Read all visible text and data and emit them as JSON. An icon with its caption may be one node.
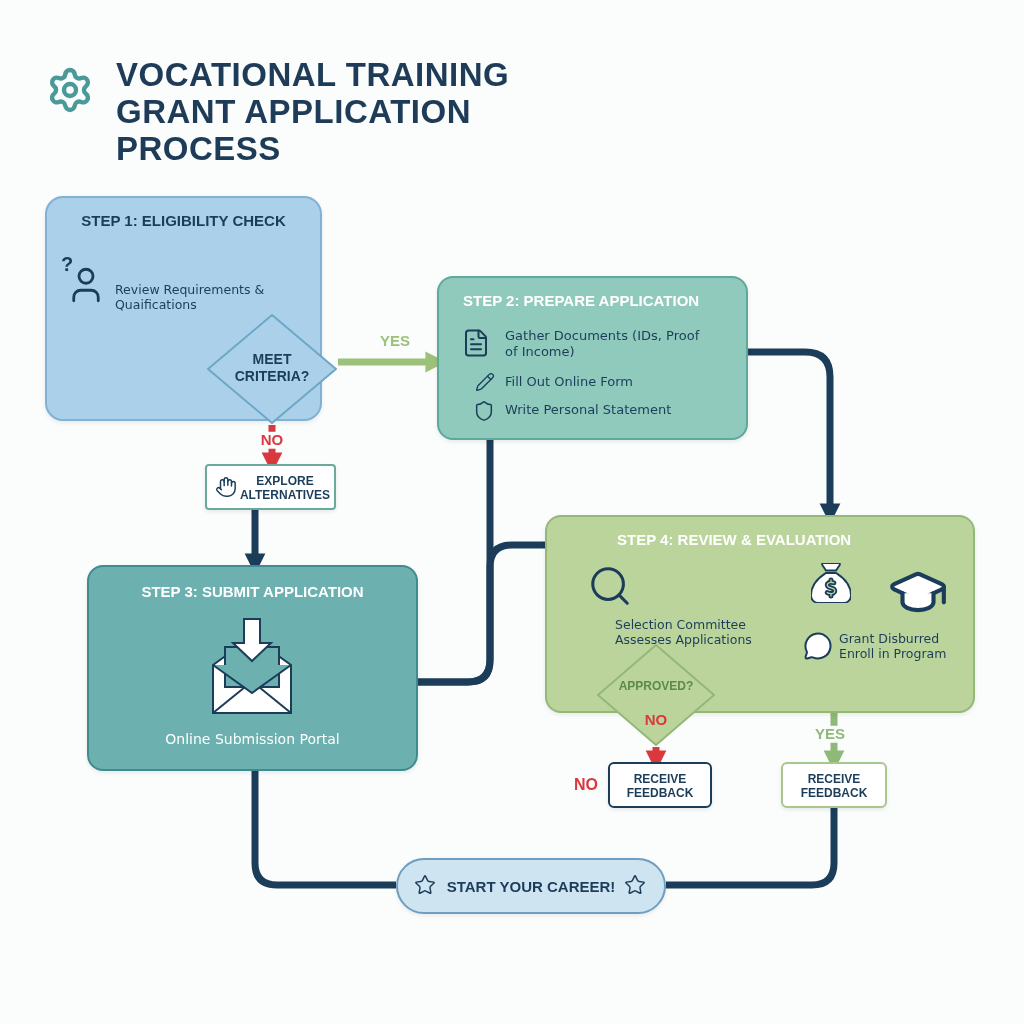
{
  "diagram": {
    "title": "VOCATIONAL TRAINING GRANT APPLICATION PROCESS",
    "nodes": [
      {
        "text": [
          "STEP 1: ELIGIBILITY CHECK",
          "Review Requirements & Quaifications"
        ]
      },
      {
        "text": [
          "MEET CRITERIA?"
        ]
      },
      {
        "text": [
          "STEP 2: PREPARE APPLICATION",
          "Gather Documents (IDs, Proof of Income)",
          "Fill Out Online Form",
          "Write Personal Statement"
        ]
      },
      {
        "text": [
          "EXPLORE ALTERNATIVES"
        ]
      },
      {
        "text": [
          "STEP 3: SUBMIT APPLICATION",
          "Online Submission Portal"
        ]
      },
      {
        "text": [
          "STEP 4: REVIEW & EVALUATION",
          "Selection Committee Assesses Applications",
          "Grant Disburred Enroll in Program"
        ]
      },
      {
        "text": [
          "APPROVED?"
        ]
      },
      {
        "text": [
          "RECEIVE FEEDBACK"
        ],
        "beside": [
          "NO"
        ]
      },
      {
        "text": [
          "RECEIVE FEEDBACK"
        ]
      },
      {
        "text": [
          "START YOUR CAREER!"
        ]
      }
    ],
    "edges": [
      {
        "from": 1,
        "to": 2,
        "arrow": "to",
        "label": "YES",
        "color": "#9cc27a"
      },
      {
        "from": 1,
        "to": 3,
        "arrow": "to",
        "label": "NO",
        "color": "#d9393e"
      },
      {
        "from": 3,
        "to": 4,
        "arrow": "to"
      },
      {
        "from": 2,
        "to": 5,
        "arrow": "to"
      },
      {
        "from": 2,
        "to": 4,
        "arrow": "none"
      },
      {
        "from": 4,
        "to": 5,
        "arrow": "none"
      },
      {
        "from": 6,
        "to": 7,
        "arrow": "to",
        "label": "NO",
        "color": "#d9393e"
      },
      {
        "from": 5,
        "to": 8,
        "arrow": "to",
        "label": "YES",
        "color": "#8fb978"
      },
      {
        "from": 4,
        "to": 9,
        "arrow": "none"
      },
      {
        "from": 8,
        "to": 9,
        "arrow": "none"
      }
    ],
    "labels": [
      "?"
    ]
  }
}
